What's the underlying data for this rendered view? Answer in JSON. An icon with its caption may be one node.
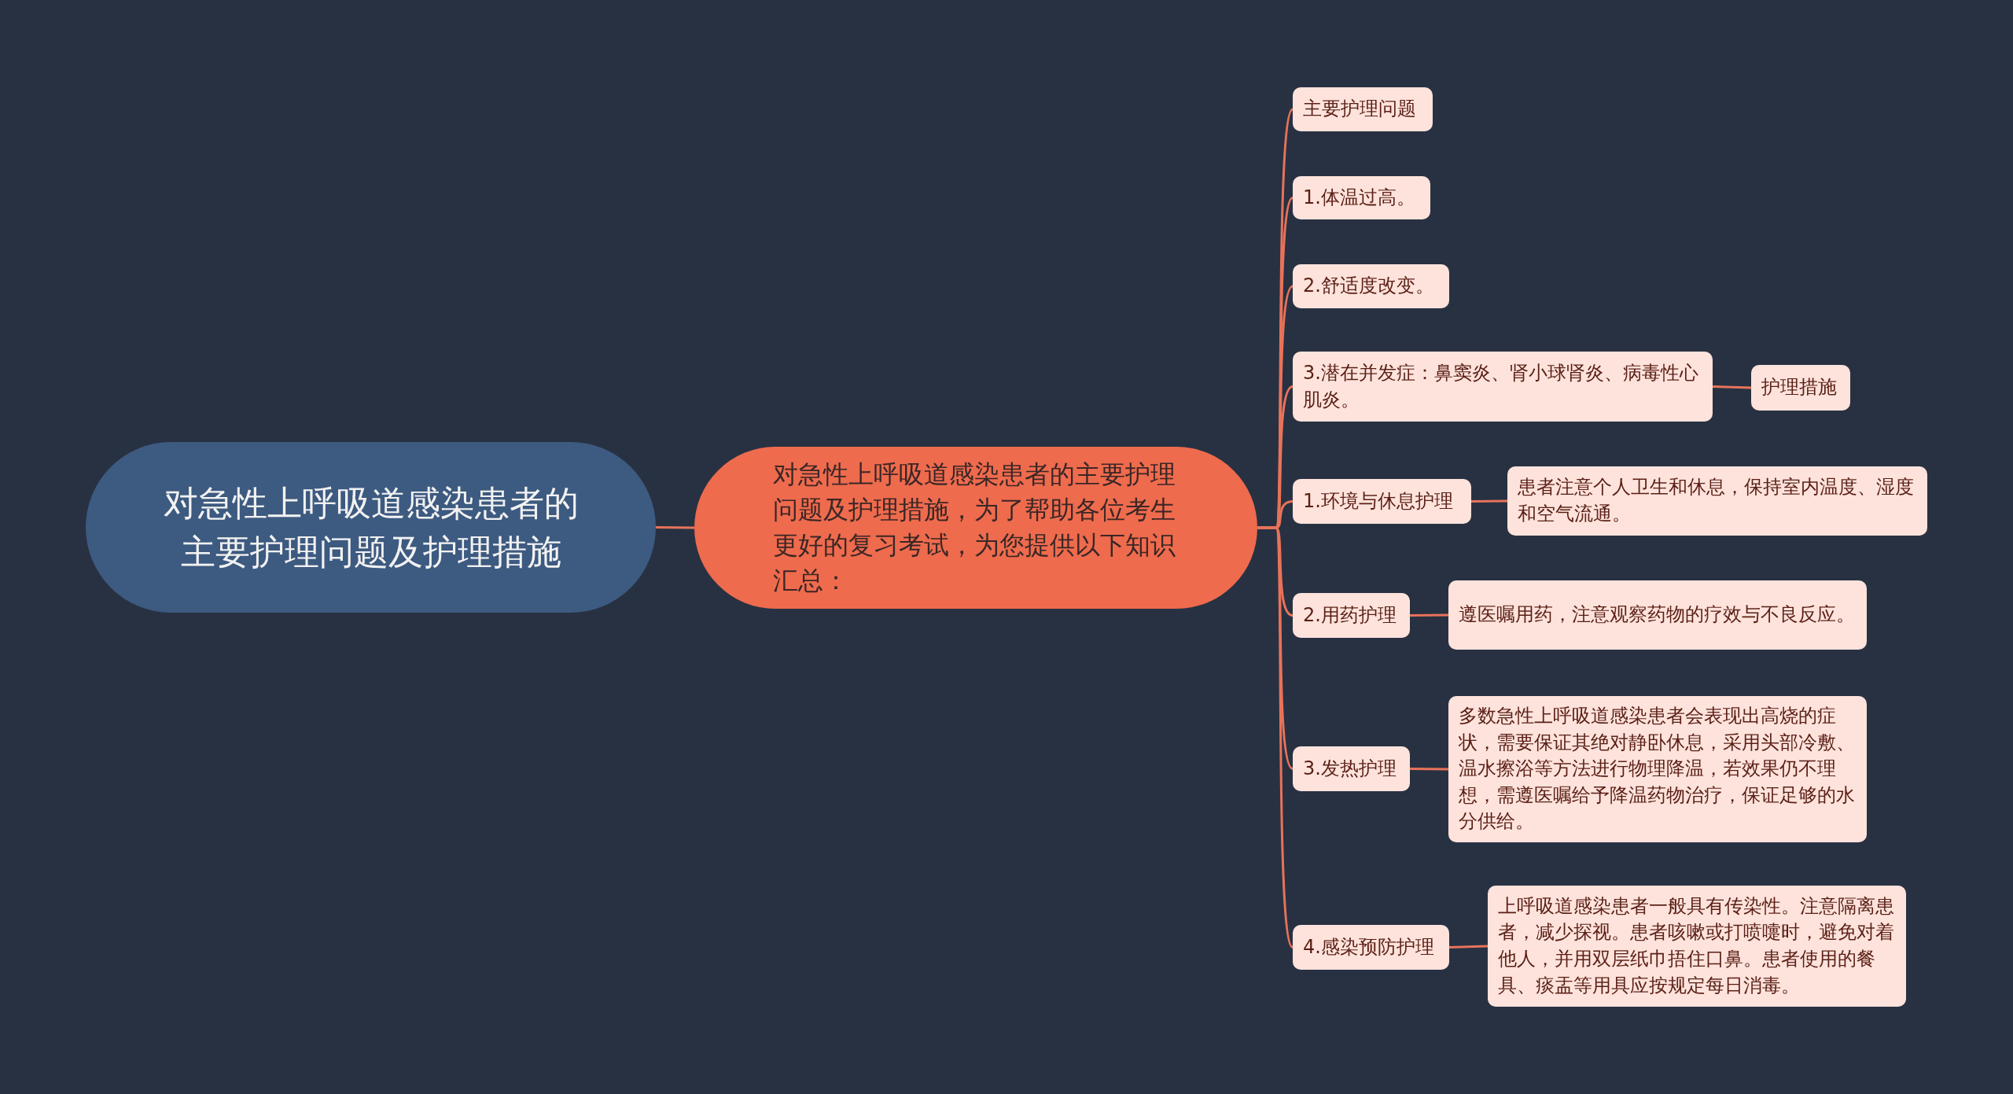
{
  "diagram": {
    "nodes": [
      {
        "text": [
          "对急性上呼吸道感染患者的主要护理问题及护理措施"
        ]
      },
      {
        "text": [
          "对急性上呼吸道感染患者的主要护理问题及护理措施，为了帮助各位考生更好的复习考试，为您提供以下知识汇总："
        ]
      },
      {
        "text": [
          "主要护理问题"
        ]
      },
      {
        "text": [
          "1.体温过高。"
        ]
      },
      {
        "text": [
          "2.舒适度改变。"
        ]
      },
      {
        "text": [
          "3.潜在并发症：鼻窦炎、肾小球肾炎、病毒性心肌炎。"
        ]
      },
      {
        "text": [
          "护理措施"
        ]
      },
      {
        "text": [
          "1.环境与休息护理"
        ]
      },
      {
        "text": [
          "患者注意个人卫生和休息，保持室内温度、湿度和空气流通。"
        ]
      },
      {
        "text": [
          "2.用药护理"
        ]
      },
      {
        "text": [
          "遵医嘱用药，注意观察药物的疗效与不良反应。"
        ]
      },
      {
        "text": [
          "3.发热护理"
        ]
      },
      {
        "text": [
          "多数急性上呼吸道感染患者会表现出高烧的症状，需要保证其绝对静卧休息，采用头部冷敷、温水擦浴等方法进行物理降温，若效果仍不理想，需遵医嘱给予降温药物治疗，保证足够的水分供给。"
        ]
      },
      {
        "text": [
          "4.感染预防护理"
        ]
      },
      {
        "text": [
          "上呼吸道感染患者一般具有传染性。注意隔离患者，减少探视。患者咳嗽或打喷嚏时，避免对着他人，并用双层纸巾捂住口鼻。患者使用的餐具、痰盂等用具应按规定每日消毒。"
        ]
      }
    ],
    "edges": [
      {
        "from": 0,
        "to": 1,
        "arrow": "none"
      },
      {
        "from": 1,
        "to": 2,
        "arrow": "none"
      },
      {
        "from": 1,
        "to": 3,
        "arrow": "none"
      },
      {
        "from": 1,
        "to": 4,
        "arrow": "none"
      },
      {
        "from": 1,
        "to": 5,
        "arrow": "none"
      },
      {
        "from": 5,
        "to": 6,
        "arrow": "none"
      },
      {
        "from": 1,
        "to": 7,
        "arrow": "none"
      },
      {
        "from": 7,
        "to": 8,
        "arrow": "none"
      },
      {
        "from": 1,
        "to": 9,
        "arrow": "none"
      },
      {
        "from": 9,
        "to": 10,
        "arrow": "none"
      },
      {
        "from": 1,
        "to": 11,
        "arrow": "none"
      },
      {
        "from": 11,
        "to": 12,
        "arrow": "none"
      },
      {
        "from": 1,
        "to": 13,
        "arrow": "none"
      },
      {
        "from": 13,
        "to": 14,
        "arrow": "none"
      }
    ]
  }
}
